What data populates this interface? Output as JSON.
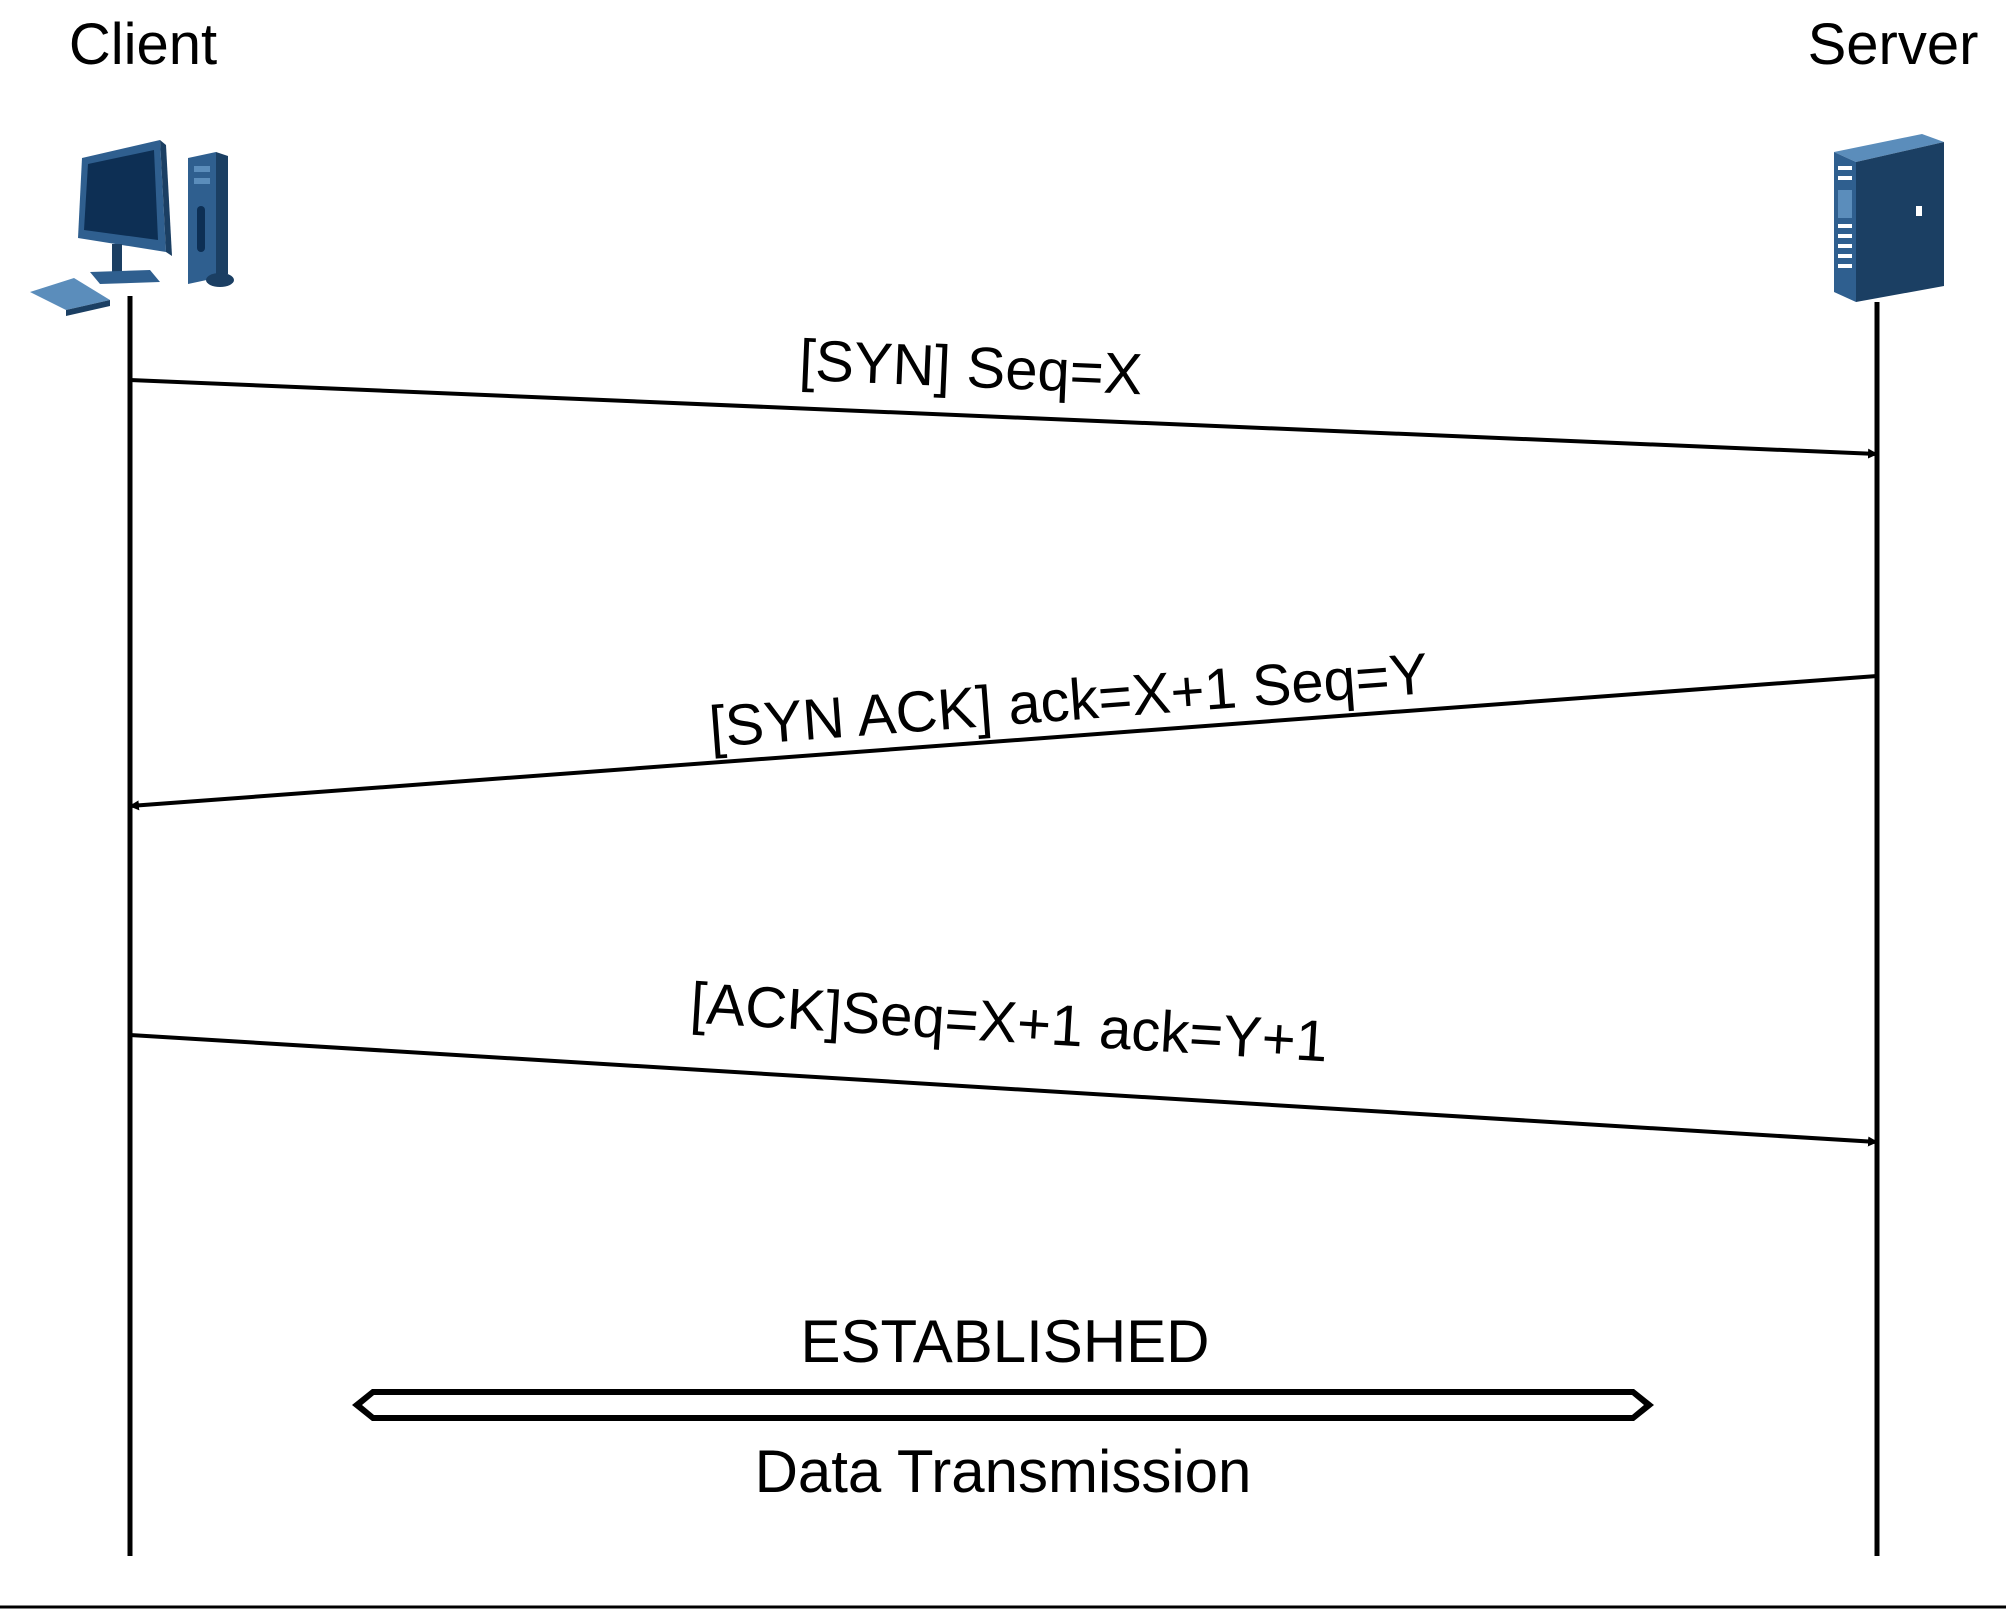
{
  "colors": {
    "line": "#000000",
    "background": "#ffffff",
    "device_dark": "#1b3f63",
    "device_mid": "#2f5f8f",
    "device_light": "#5b8dbb",
    "screen": "#0d2f54"
  },
  "participants": {
    "client": {
      "label": "Client",
      "icon": "desktop-computer-icon"
    },
    "server": {
      "label": "Server",
      "icon": "tower-server-icon"
    }
  },
  "messages": [
    {
      "label": "[SYN] Seq=X",
      "from": "client",
      "to": "server"
    },
    {
      "label": "[SYN ACK] ack=X+1 Seq=Y",
      "from": "server",
      "to": "client"
    },
    {
      "label": "[ACK]Seq=X+1 ack=Y+1",
      "from": "client",
      "to": "server"
    }
  ],
  "established": {
    "state_label": "ESTABLISHED",
    "transfer_label": "Data Transmission",
    "direction": "bidirectional"
  }
}
